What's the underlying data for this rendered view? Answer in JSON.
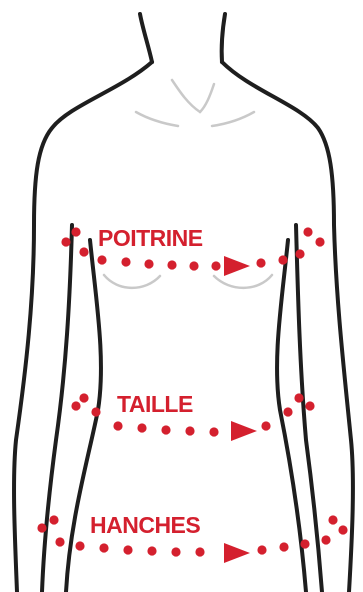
{
  "colors": {
    "outline": "#1e1e1e",
    "shadow": "#c9c9c9",
    "accent": "#d4202e",
    "background": "#ffffff"
  },
  "measurements": {
    "chest_label": "POITRINE",
    "waist_label": "TAILLE",
    "hips_label": "HANCHES"
  },
  "icons": {
    "measure_arrow": "arrow-right-icon",
    "measure_dot": "dot-icon"
  }
}
